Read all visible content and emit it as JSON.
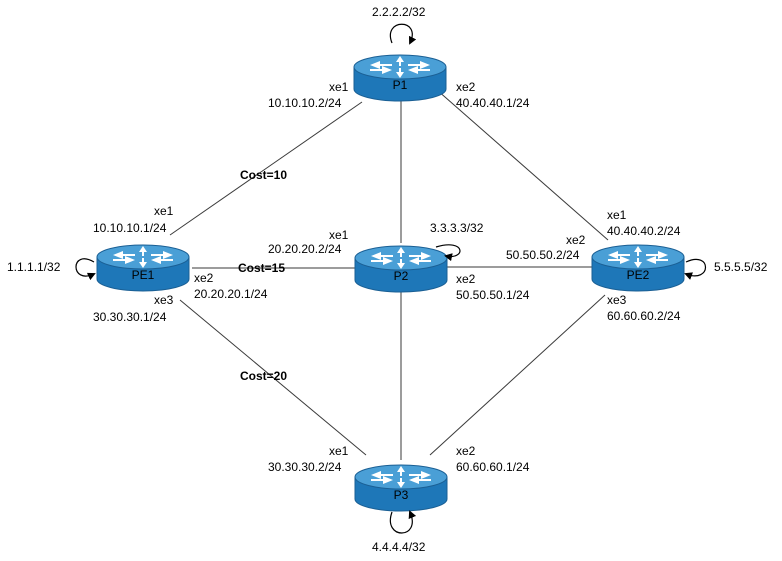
{
  "colors": {
    "router_top": "#4a9fd6",
    "router_side": "#1e77b8",
    "router_edge": "#1a5f94",
    "arrow": "#ffffff",
    "link": "#3a3a3a"
  },
  "routers": {
    "p1": {
      "name": "P1",
      "loopback": "2.2.2.2/32"
    },
    "p2": {
      "name": "P2",
      "loopback": "3.3.3.3/32"
    },
    "p3": {
      "name": "P3",
      "loopback": "4.4.4.4/32"
    },
    "pe1": {
      "name": "PE1",
      "loopback": "1.1.1.1/32"
    },
    "pe2": {
      "name": "PE2",
      "loopback": "5.5.5.5/32"
    }
  },
  "costs": {
    "pe1_p1": "Cost=10",
    "pe1_p2": "Cost=15",
    "pe1_p3": "Cost=20"
  },
  "interfaces": {
    "p1_xe1": {
      "name": "xe1",
      "ip": "10.10.10.2/24"
    },
    "p1_xe2": {
      "name": "xe2",
      "ip": "40.40.40.1/24"
    },
    "pe1_xe1": {
      "name": "xe1",
      "ip": "10.10.10.1/24"
    },
    "pe1_xe2": {
      "name": "xe2",
      "ip": "20.20.20.1/24"
    },
    "pe1_xe3": {
      "name": "xe3",
      "ip": "30.30.30.1/24"
    },
    "p2_xe1": {
      "name": "xe1",
      "ip": "20.20.20.2/24"
    },
    "p2_xe2": {
      "name": "xe2",
      "ip": "50.50.50.1/24"
    },
    "pe2_xe1": {
      "name": "xe1",
      "ip": "40.40.40.2/24"
    },
    "pe2_xe2": {
      "name": "xe2",
      "ip": "50.50.50.2/24"
    },
    "pe2_xe3": {
      "name": "xe3",
      "ip": "60.60.60.2/24"
    },
    "p3_xe1": {
      "name": "xe1",
      "ip": "30.30.30.2/24"
    },
    "p3_xe2": {
      "name": "xe2",
      "ip": "60.60.60.1/24"
    }
  }
}
